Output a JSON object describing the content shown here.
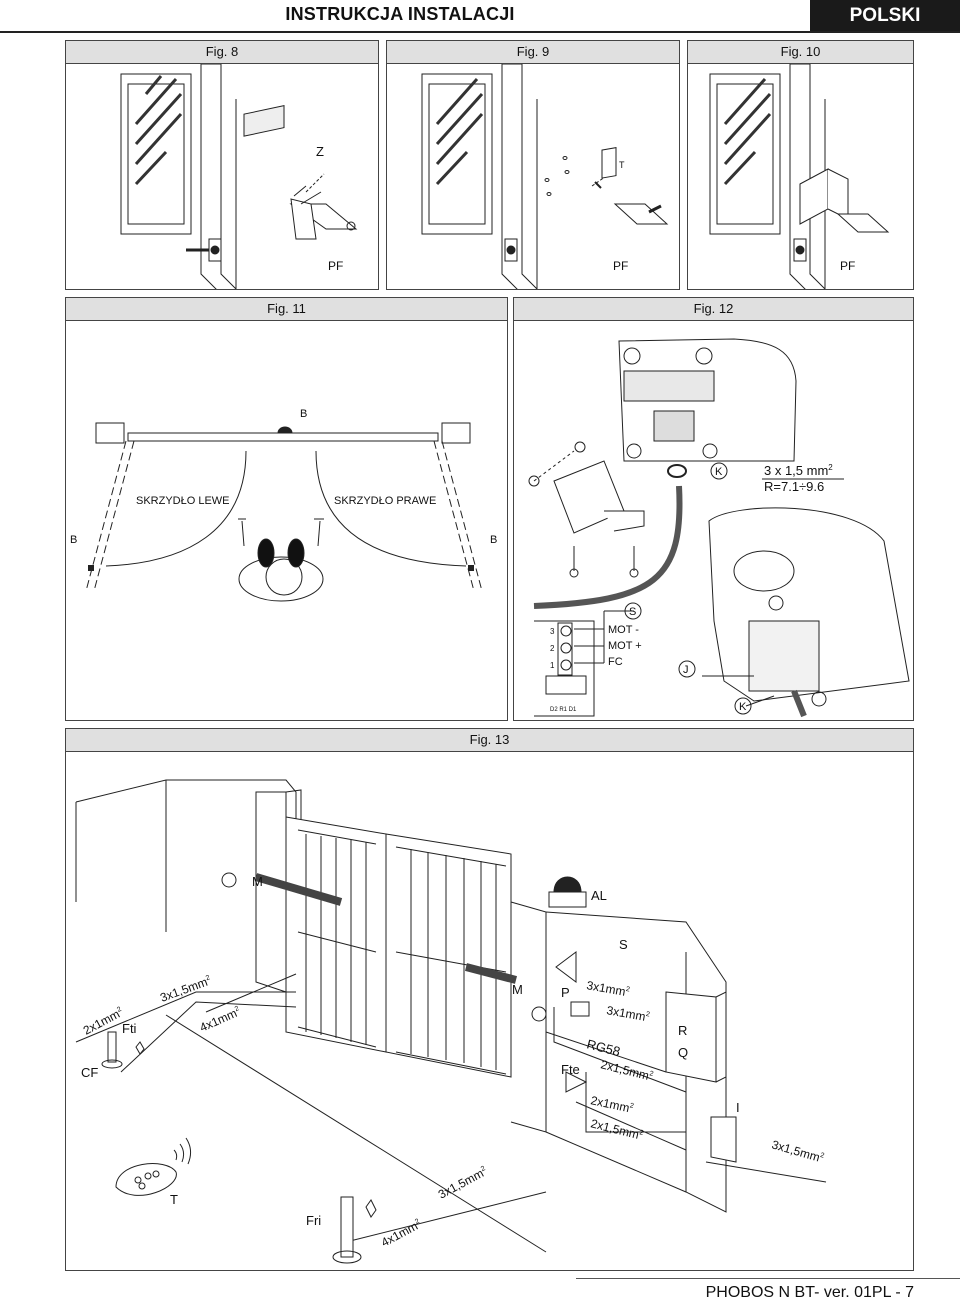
{
  "header": {
    "title": "INSTRUKCJA INSTALACJI",
    "language": "POLSKI"
  },
  "figures": {
    "fig8": {
      "label": "Fig. 8",
      "callouts": {
        "z": "Z",
        "pf": "PF"
      }
    },
    "fig9": {
      "label": "Fig. 9",
      "callouts": {
        "t": "T",
        "pf": "PF"
      }
    },
    "fig10": {
      "label": "Fig. 10",
      "callouts": {
        "pf": "PF"
      }
    },
    "fig11": {
      "label": "Fig. 11",
      "callouts": {
        "b_top": "B",
        "b_left": "B",
        "b_right": "B",
        "left_leaf": "SKRZYDŁO LEWE",
        "right_leaf": "SKRZYDŁO PRAWE"
      }
    },
    "fig12": {
      "label": "Fig. 12",
      "callouts": {
        "k1": "K",
        "k2": "K",
        "s": "S",
        "j": "J",
        "cable": "3 x 1,5 mm",
        "cable_sup": "2",
        "resistance": "R=7.1÷9.6",
        "mot_minus": "MOT -",
        "mot_plus": "MOT +",
        "fc": "FC",
        "terminal_1": "1",
        "terminal_2": "2",
        "terminal_3": "3",
        "board_text": "D2  R1  D1"
      }
    },
    "fig13": {
      "label": "Fig. 13",
      "callouts": {
        "m1": "M",
        "m2": "M",
        "al": "AL",
        "s": "S",
        "p": "P",
        "r": "R",
        "q": "Q",
        "rg58": "RG58",
        "fte": "Fte",
        "fti": "Fti",
        "cf1": "CF",
        "cf2": "CF",
        "t": "T",
        "fri": "Fri",
        "i": "I"
      },
      "cables": {
        "c1": "3x1mm",
        "c2": "3x1mm",
        "c3": "2x1,5mm",
        "c4": "2x1mm",
        "c5": "2x1,5mm",
        "c6": "3x1,5mm",
        "c7": "2x1mm",
        "c8": "3x1,5mm",
        "c9": "4x1mm",
        "c10": "3x1,5mm",
        "c11": "4x1mm",
        "sup": "2"
      }
    }
  },
  "footer": {
    "text": "PHOBOS N BT- ver. 01PL - 7"
  }
}
